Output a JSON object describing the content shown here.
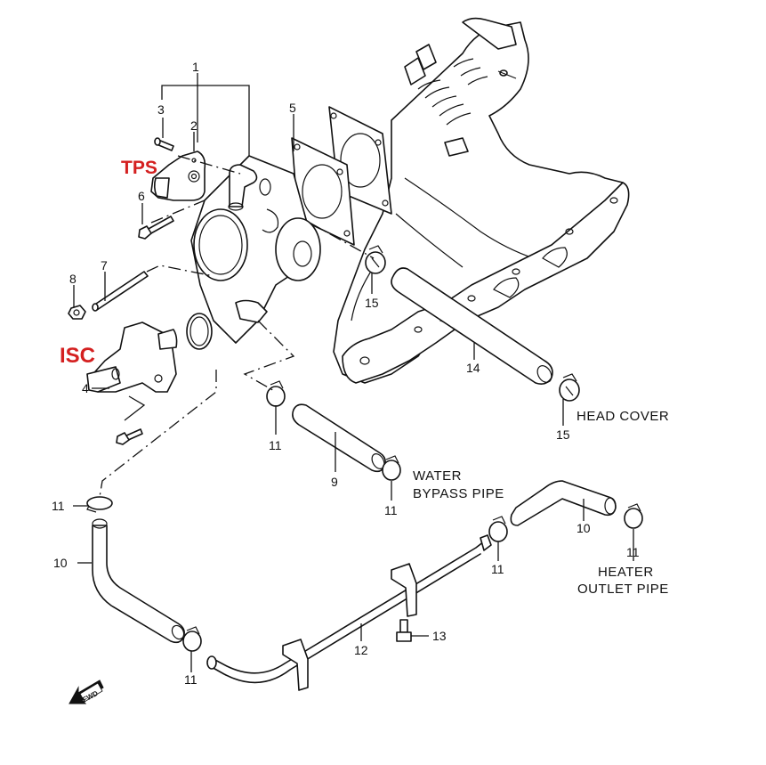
{
  "diagram": {
    "type": "exploded parts diagram",
    "subject": "Throttle body, intake manifold and water hoses",
    "colors": {
      "line": "#111111",
      "highlight_label": "#d42020",
      "background": "#ffffff"
    },
    "highlight_labels": {
      "tps": "TPS",
      "isc": "ISC"
    },
    "callouts": {
      "p1": "1",
      "p2": "2",
      "p3": "3",
      "p4": "4",
      "p5": "5",
      "p6": "6",
      "p7": "7",
      "p8": "8",
      "p9": "9",
      "p10a": "10",
      "p10b": "10",
      "p11a": "11",
      "p11b": "11",
      "p11c": "11",
      "p11d": "11",
      "p11e": "11",
      "p11f": "11",
      "p12": "12",
      "p13": "13",
      "p14": "14",
      "p15a": "15",
      "p15b": "15"
    },
    "notes": {
      "head_cover": "HEAD COVER",
      "water_bypass_1": "WATER",
      "water_bypass_2": "BYPASS PIPE",
      "heater_outlet_1": "HEATER",
      "heater_outlet_2": "OUTLET PIPE"
    },
    "direction_arrow": {
      "label": "FWD",
      "icon": "forward-arrow-icon"
    }
  }
}
